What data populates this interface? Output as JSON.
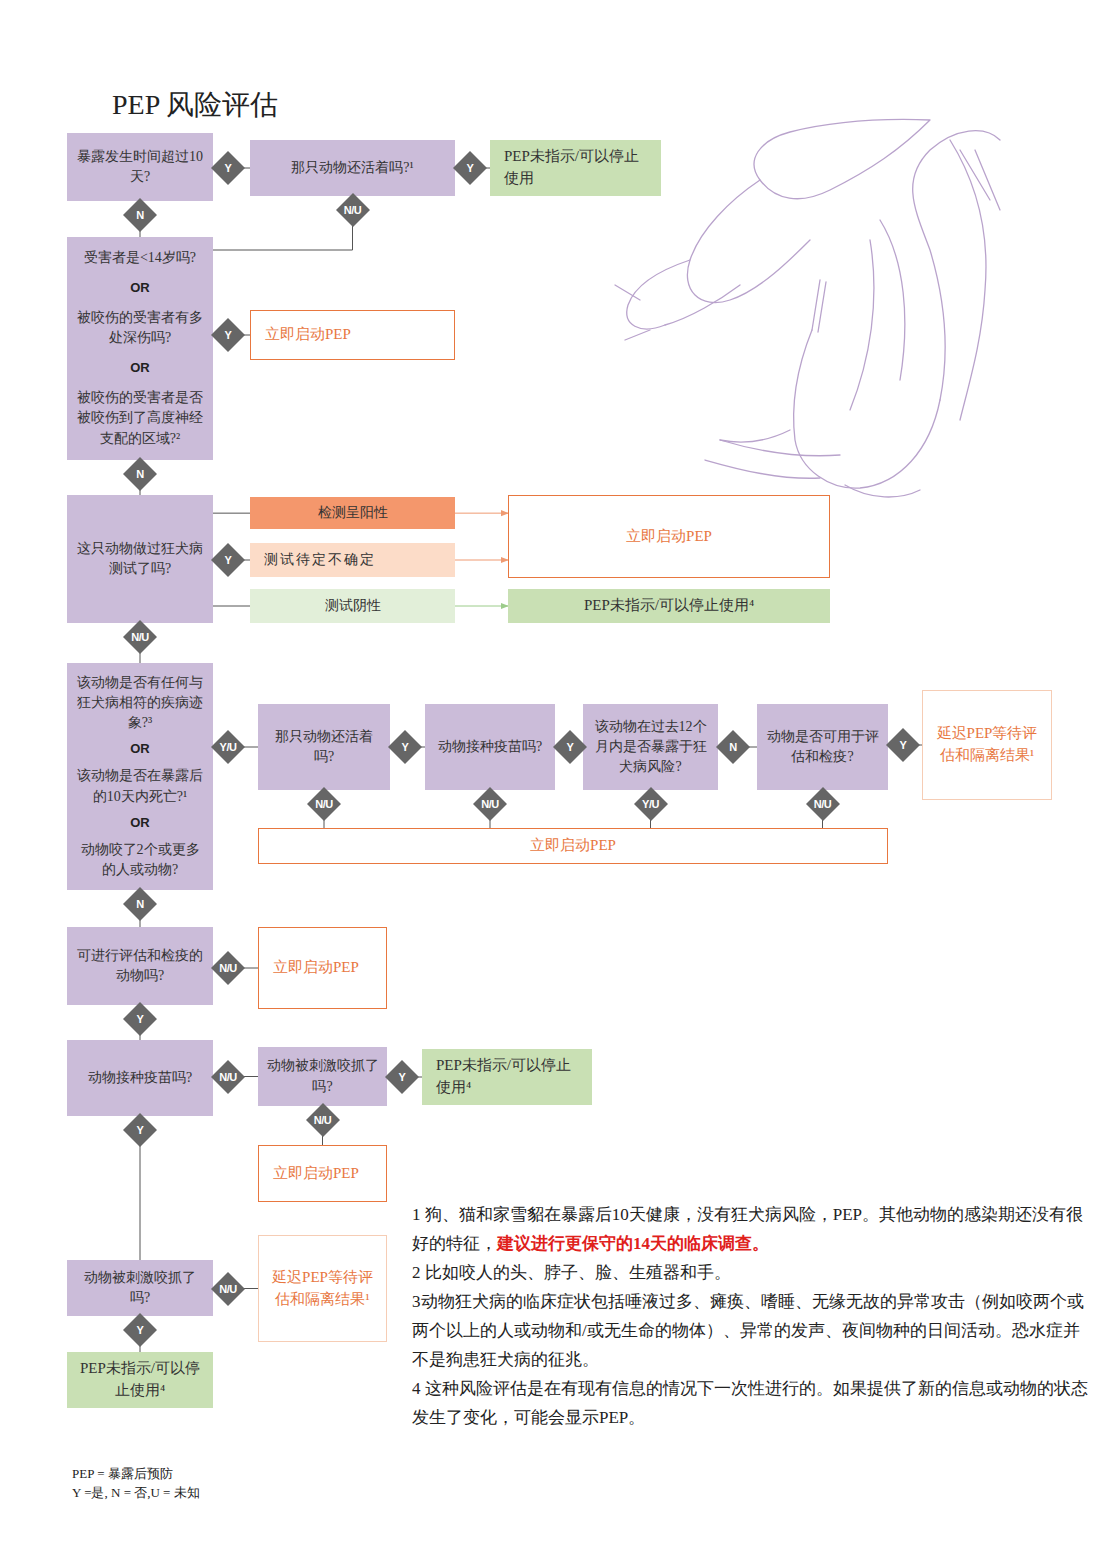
{
  "diagram": {
    "title": "PEP 风险评估",
    "nodes": [
      {
        "text": [
          "暴露发生时间超过10天?"
        ]
      },
      {
        "text": [
          "那只动物还活着吗?¹"
        ]
      },
      {
        "text": [
          "PEP未指示/可以停止使用"
        ]
      },
      {
        "text": [
          "受害者是<14岁吗?",
          "OR",
          "被咬伤的受害者有多处深伤吗?",
          "OR",
          "被咬伤的受害者是否被咬伤到了高度神经支配的区域?²"
        ]
      },
      {
        "text": [
          "立即启动PEP"
        ]
      },
      {
        "text": [
          "这只动物做过狂犬病测试了吗?"
        ]
      },
      {
        "text": [
          "检测呈阳性"
        ]
      },
      {
        "text": [
          "测试待定不确定"
        ]
      },
      {
        "text": [
          "测试阴性"
        ]
      },
      {
        "text": [
          "立即启动PEP"
        ]
      },
      {
        "text": [
          "PEP未指示/可以停止使用⁴"
        ]
      },
      {
        "text": [
          "该动物是否有任何与狂犬病相符的疾病迹象?³",
          "OR",
          "该动物是否在暴露后的10天内死亡?¹",
          "OR",
          "动物咬了2个或更多的人或动物?"
        ]
      },
      {
        "text": [
          "那只动物还活着吗?"
        ]
      },
      {
        "text": [
          "动物接种疫苗吗?"
        ]
      },
      {
        "text": [
          "该动物在过去12个月内是否暴露于狂犬病风险?"
        ]
      },
      {
        "text": [
          "动物是否可用于评估和检疫?"
        ]
      },
      {
        "text": [
          "延迟PEP等待评估和隔离结果¹"
        ]
      },
      {
        "text": [
          "立即启动PEP"
        ]
      },
      {
        "text": [
          "可进行评估和检疫的动物吗?"
        ]
      },
      {
        "text": [
          "立即启动PEP"
        ]
      },
      {
        "text": [
          "动物接种疫苗吗?"
        ]
      },
      {
        "text": [
          "动物被刺激咬抓了吗?"
        ]
      },
      {
        "text": [
          "PEP未指示/可以停止使用⁴"
        ]
      },
      {
        "text": [
          "立即启动PEP"
        ]
      },
      {
        "text": [
          "动物被刺激咬抓了吗?"
        ]
      },
      {
        "text": [
          "延迟PEP等待评估和隔离结果¹"
        ]
      },
      {
        "text": [
          "PEP未指示/可以停止使用⁴"
        ]
      }
    ],
    "edges": [
      {
        "from": 0,
        "to": 1,
        "label": "Y",
        "arrow": "none"
      },
      {
        "from": 1,
        "to": 2,
        "label": "Y",
        "arrow": "none"
      },
      {
        "from": 0,
        "to": 3,
        "label": "N",
        "arrow": "none"
      },
      {
        "from": 1,
        "to": 3,
        "label": "N/U",
        "arrow": "none"
      },
      {
        "from": 3,
        "to": 4,
        "label": "Y",
        "arrow": "none"
      },
      {
        "from": 3,
        "to": 5,
        "label": "N",
        "arrow": "none"
      },
      {
        "from": 5,
        "to": 6,
        "arrow": "none"
      },
      {
        "from": 5,
        "to": 7,
        "label": "Y",
        "arrow": "none"
      },
      {
        "from": 5,
        "to": 8,
        "arrow": "none"
      },
      {
        "from": 6,
        "to": 9,
        "arrow": "to"
      },
      {
        "from": 7,
        "to": 9,
        "arrow": "to"
      },
      {
        "from": 8,
        "to": 10,
        "arrow": "to"
      },
      {
        "from": 5,
        "to": 11,
        "label": "N/U",
        "arrow": "none"
      },
      {
        "from": 11,
        "to": 12,
        "label": "Y/U",
        "arrow": "none"
      },
      {
        "from": 12,
        "to": 13,
        "label": "Y",
        "arrow": "none"
      },
      {
        "from": 13,
        "to": 14,
        "label": "Y",
        "arrow": "none"
      },
      {
        "from": 14,
        "to": 15,
        "label": "N",
        "arrow": "none"
      },
      {
        "from": 15,
        "to": 16,
        "label": "Y",
        "arrow": "none"
      },
      {
        "from": 12,
        "to": 17,
        "label": "N/U",
        "arrow": "none"
      },
      {
        "from": 13,
        "to": 17,
        "label": "N/U",
        "arrow": "none"
      },
      {
        "from": 14,
        "to": 17,
        "label": "Y/U",
        "arrow": "none"
      },
      {
        "from": 15,
        "to": 17,
        "label": "N/U",
        "arrow": "none"
      },
      {
        "from": 11,
        "to": 18,
        "label": "N",
        "arrow": "none"
      },
      {
        "from": 18,
        "to": 19,
        "label": "N/U",
        "arrow": "none"
      },
      {
        "from": 18,
        "to": 20,
        "label": "Y",
        "arrow": "none"
      },
      {
        "from": 20,
        "to": 21,
        "label": "N/U",
        "arrow": "none"
      },
      {
        "from": 21,
        "to": 22,
        "label": "Y",
        "arrow": "none"
      },
      {
        "from": 21,
        "to": 23,
        "label": "N/U",
        "arrow": "none"
      },
      {
        "from": 20,
        "to": 24,
        "label": "Y",
        "arrow": "none"
      },
      {
        "from": 24,
        "to": 25,
        "label": "N/U",
        "arrow": "none"
      },
      {
        "from": 24,
        "to": 26,
        "label": "Y",
        "arrow": "none"
      }
    ],
    "labels": [
      "1 狗、猫和家雪貂在暴露后10天健康，没有狂犬病风险，PEP。其他动物的感染期还没有很好的特征，",
      "建议进行更保守的14天的临床调查。",
      "2 比如咬人的头、脖子、脸、生殖器和手。",
      "3动物狂犬病的临床症状包括唾液过多、瘫痪、嗜睡、无缘无故的异常攻击（例如咬两个或两个以上的人或动物和/或无生命的物体）、异常的发声、夜间物种的日间活动。恐水症并不是狗患狂犬病的征兆。",
      "4 这种风险评估是在有现有信息的情况下一次性进行的。如果提供了新的信息或动物的状态发生了变化，可能会显示PEP。",
      "PEP = 暴露后预防",
      "Y =是, N = 否,U = 未知"
    ]
  }
}
